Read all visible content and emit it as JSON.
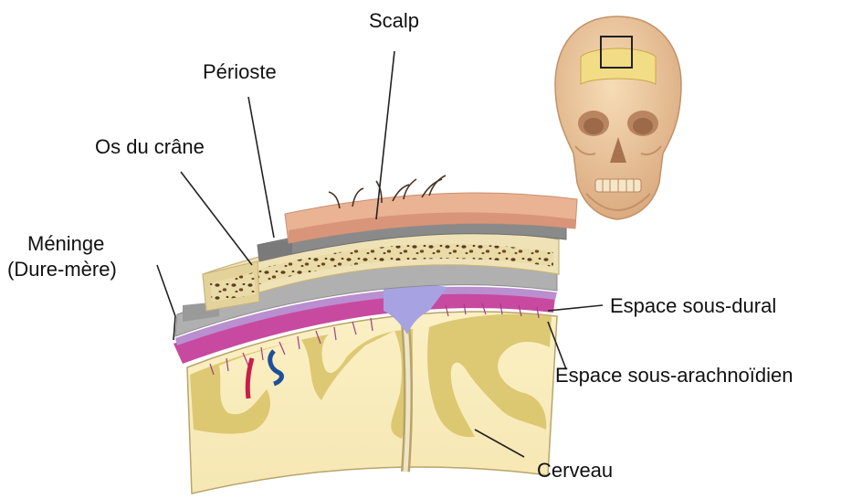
{
  "labels": {
    "scalp": "Scalp",
    "perioste": "Périoste",
    "os_du_crane": "Os du crâne",
    "meninge_line1": "Méninge",
    "meninge_line2": "(Dure-mère)",
    "espace_sous_dural": "Espace sous-dural",
    "espace_sous_arachnoidien": "Espace sous-arachnoïdien",
    "cerveau": "Cerveau"
  },
  "colors": {
    "scalp": "#e9b394",
    "perioste": "#8a8a8a",
    "bone": "#efe2b6",
    "bone_pores": "#5b3d22",
    "dura": "#b0b0b0",
    "arachnoid": "#b98fd0",
    "pia": "#c74aa0",
    "subdural_space": "#a7a3e3",
    "grey_matter": "#d9c46a",
    "white_matter": "#fbf3cf",
    "skull": "#efc79e"
  }
}
